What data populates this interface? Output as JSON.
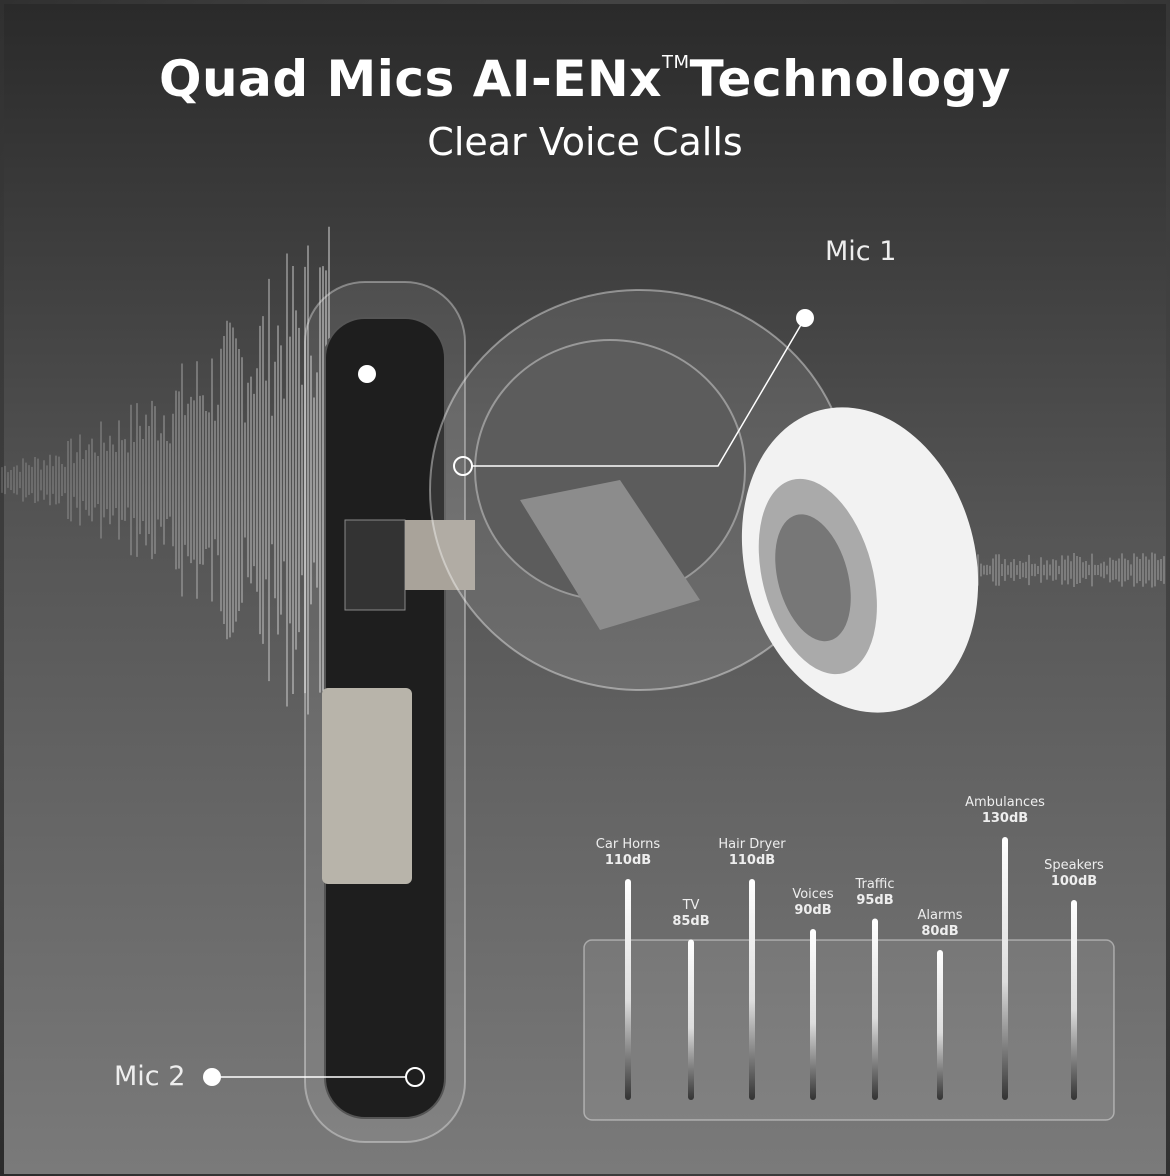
{
  "header": {
    "title": "Quad Mics AI-ENx",
    "trademark": "TM",
    "title_suffix": "Technology",
    "subtitle": "Clear Voice Calls"
  },
  "mics": {
    "mic1": "Mic 1",
    "mic2": "Mic 2"
  },
  "noise_levels": [
    {
      "name": "Car Horns",
      "value": "110dB",
      "db": 110
    },
    {
      "name": "TV",
      "value": "85dB",
      "db": 85
    },
    {
      "name": "Hair Dryer",
      "value": "110dB",
      "db": 110
    },
    {
      "name": "Voices",
      "value": "90dB",
      "db": 90
    },
    {
      "name": "Traffic",
      "value": "95dB",
      "db": 95
    },
    {
      "name": "Alarms",
      "value": "80dB",
      "db": 80
    },
    {
      "name": "Ambulances",
      "value": "130dB",
      "db": 130
    },
    {
      "name": "Speakers",
      "value": "100dB",
      "db": 100
    }
  ],
  "colors": {
    "bar": "#ffffff",
    "background": "#4a4a4a",
    "eartip": "#f2f2f2"
  }
}
